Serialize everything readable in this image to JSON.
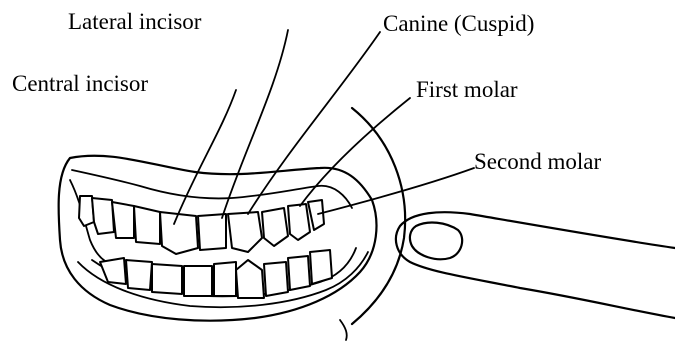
{
  "labels": {
    "lateral_incisor": "Lateral incisor",
    "canine": "Canine (Cuspid)",
    "central_incisor": "Central incisor",
    "first_molar": "First molar",
    "second_molar": "Second molar"
  },
  "colors": {
    "ink": "#000000",
    "background": "#ffffff"
  }
}
